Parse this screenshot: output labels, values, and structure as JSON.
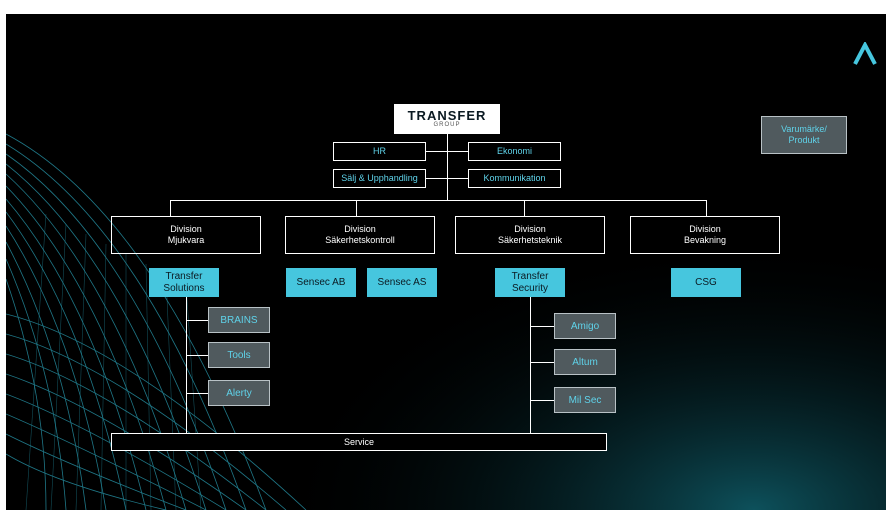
{
  "logo": {
    "brand": "TRANSFER",
    "sub": "GROUP"
  },
  "support_units": [
    {
      "label": "HR"
    },
    {
      "label": "Ekonomi"
    },
    {
      "label": "Sälj & Upphandling"
    },
    {
      "label": "Kommunikation"
    }
  ],
  "legend": {
    "label": "Varumärke/\nProdukt"
  },
  "divisions": [
    {
      "label": "Division\nMjukvara"
    },
    {
      "label": "Division\nSäkerhetskontroll"
    },
    {
      "label": "Division\nSäkerhetsteknik"
    },
    {
      "label": "Division\nBevakning"
    }
  ],
  "companies": [
    {
      "label": "Transfer\nSolutions"
    },
    {
      "label": "Sensec AB"
    },
    {
      "label": "Sensec AS"
    },
    {
      "label": "Transfer\nSecurity"
    },
    {
      "label": "CSG"
    }
  ],
  "products": {
    "solutions": [
      {
        "label": "BRAINS"
      },
      {
        "label": "Tools"
      },
      {
        "label": "Alerty"
      }
    ],
    "security": [
      {
        "label": "Amigo"
      },
      {
        "label": "Altum"
      },
      {
        "label": "Mil Sec"
      }
    ]
  },
  "service": {
    "label": "Service"
  },
  "colors": {
    "background": "#000000",
    "cyan": "#46c6de",
    "product_box": "#505a5e"
  },
  "icons": {
    "corner_logo": "a-chevron-icon"
  }
}
